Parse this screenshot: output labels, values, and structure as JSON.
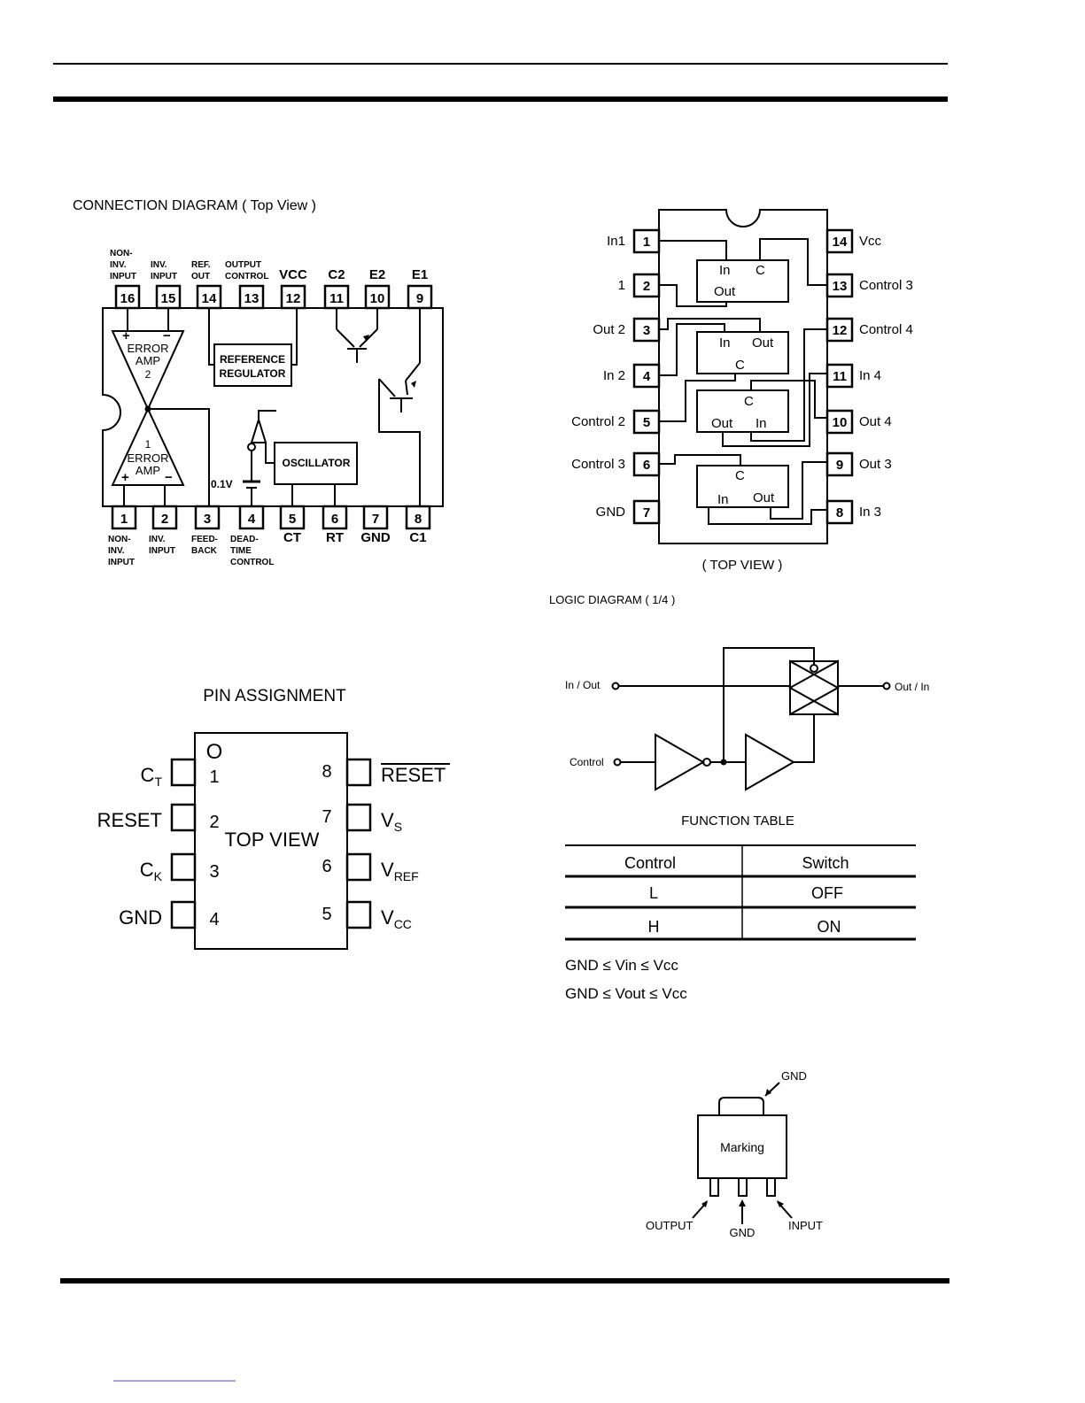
{
  "connection_diagram": {
    "title": "CONNECTION DIAGRAM  ( Top View )",
    "top_pins": [
      {
        "num": "16",
        "label": [
          "NON-",
          "INV.",
          "INPUT"
        ]
      },
      {
        "num": "15",
        "label": [
          "INV.",
          "INPUT"
        ]
      },
      {
        "num": "14",
        "label": [
          "REF.",
          "OUT"
        ]
      },
      {
        "num": "13",
        "label": [
          "OUTPUT",
          "CONTROL"
        ]
      },
      {
        "num": "12",
        "label": [
          "VCC"
        ]
      },
      {
        "num": "11",
        "label": [
          "C2"
        ]
      },
      {
        "num": "10",
        "label": [
          "E2"
        ]
      },
      {
        "num": "9",
        "label": [
          "E1"
        ]
      }
    ],
    "bottom_pins": [
      {
        "num": "1",
        "label": [
          "NON-",
          "INV.",
          "INPUT"
        ]
      },
      {
        "num": "2",
        "label": [
          "INV.",
          "INPUT"
        ]
      },
      {
        "num": "3",
        "label": [
          "FEED-",
          "BACK"
        ]
      },
      {
        "num": "4",
        "label": [
          "DEAD-",
          "TIME",
          "CONTROL"
        ]
      },
      {
        "num": "5",
        "label": [
          "CT"
        ]
      },
      {
        "num": "6",
        "label": [
          "RT"
        ]
      },
      {
        "num": "7",
        "label": [
          "GND"
        ]
      },
      {
        "num": "8",
        "label": [
          "C1"
        ]
      }
    ],
    "blocks": {
      "ref_regulator": [
        "REFERENCE",
        "REGULATOR"
      ],
      "oscillator": "OSCILLATOR",
      "error_amp_2": [
        "ERROR",
        "AMP",
        "2"
      ],
      "error_amp_1": [
        "1",
        "ERROR",
        "AMP"
      ],
      "voltage": "0.1V"
    }
  },
  "quad_switch": {
    "left_pins": [
      {
        "num": "1",
        "label": "In1"
      },
      {
        "num": "2",
        "label": "1"
      },
      {
        "num": "3",
        "label": "Out 2"
      },
      {
        "num": "4",
        "label": "In 2"
      },
      {
        "num": "5",
        "label": "Control 2"
      },
      {
        "num": "6",
        "label": "Control 3"
      },
      {
        "num": "7",
        "label": "GND"
      }
    ],
    "right_pins": [
      {
        "num": "14",
        "label": "Vcc"
      },
      {
        "num": "13",
        "label": "Control 3"
      },
      {
        "num": "12",
        "label": "Control 4"
      },
      {
        "num": "11",
        "label": "In 4"
      },
      {
        "num": "10",
        "label": "Out 4"
      },
      {
        "num": "9",
        "label": "Out 3"
      },
      {
        "num": "8",
        "label": "In 3"
      }
    ],
    "switches": [
      {
        "a": "In",
        "b": "C",
        "c": "Out"
      },
      {
        "a": "In",
        "b": "Out",
        "c": "C"
      },
      {
        "a": "C",
        "b": "Out",
        "c": "In"
      },
      {
        "a": "C",
        "b": "In",
        "c": "Out"
      }
    ],
    "caption": "( TOP  VIEW )"
  },
  "logic_diagram": {
    "title": "LOGIC DIAGRAM  ( 1/4 )",
    "in_out": "In / Out",
    "out_in": "Out / In",
    "control": "Control"
  },
  "pin_assignment": {
    "title": "PIN  ASSIGNMENT",
    "center": "TOP  VIEW",
    "mark": "O",
    "left": [
      {
        "num": "1",
        "label": "CT"
      },
      {
        "num": "2",
        "label": "RESET"
      },
      {
        "num": "3",
        "label": "CK"
      },
      {
        "num": "4",
        "label": "GND"
      }
    ],
    "right": [
      {
        "num": "8",
        "label": "RESET"
      },
      {
        "num": "7",
        "label": "VS"
      },
      {
        "num": "6",
        "label": "VREF"
      },
      {
        "num": "5",
        "label": "VCC"
      }
    ]
  },
  "function_table": {
    "title": "FUNCTION  TABLE",
    "headers": [
      "Control",
      "Switch"
    ],
    "rows": [
      [
        "L",
        "OFF"
      ],
      [
        "H",
        "ON"
      ]
    ],
    "notes": [
      "GND ≤ Vin ≤ Vcc",
      "GND ≤ Vout ≤ Vcc"
    ]
  },
  "package": {
    "marking": "Marking",
    "tab_label": "GND",
    "output": "OUTPUT",
    "gnd": "GND",
    "input": "INPUT"
  }
}
